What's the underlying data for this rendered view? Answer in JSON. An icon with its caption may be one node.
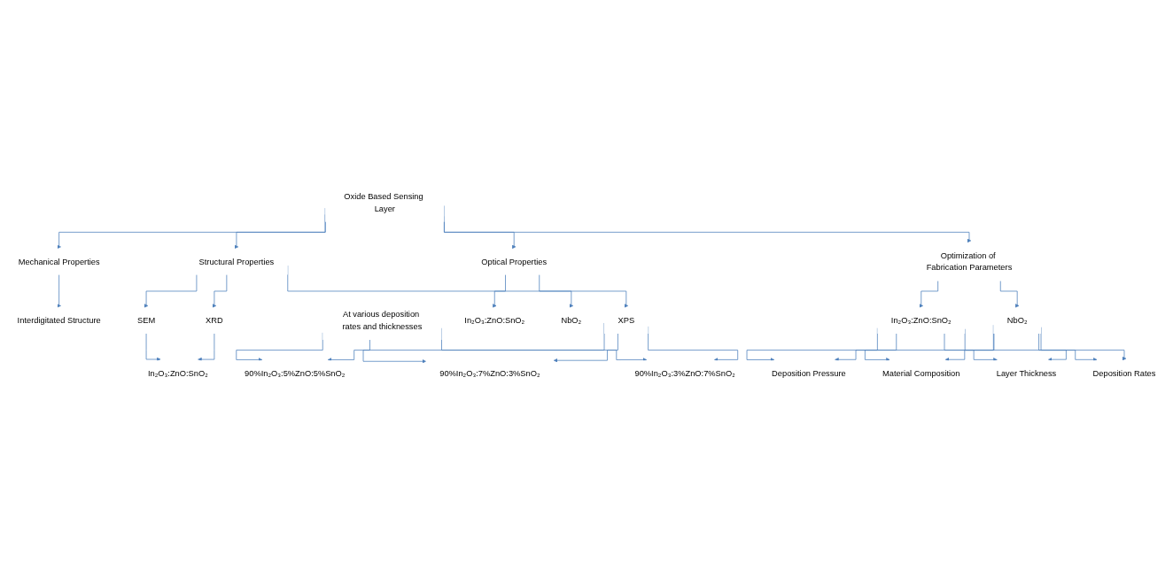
{
  "diagram": {
    "nodes": [
      {
        "text": [
          "Oxide Based Sensing Layer"
        ]
      },
      {
        "text": [
          "Mechanical Properties"
        ]
      },
      {
        "text": [
          "Structural Properties"
        ]
      },
      {
        "text": [
          "Optical Properties"
        ]
      },
      {
        "text": [
          "Optimization of Fabrication Parameters"
        ]
      },
      {
        "text": [
          "Interdigitated Structure"
        ]
      },
      {
        "text": [
          "SEM"
        ]
      },
      {
        "text": [
          "XRD"
        ]
      },
      {
        "text": [
          "XPS"
        ]
      },
      {
        "text": [
          "In₂O₃:ZnO:SnO₂"
        ]
      },
      {
        "text": [
          "NbO₂"
        ]
      },
      {
        "text": [
          "In₂O₃:ZnO:SnO₂"
        ]
      },
      {
        "text": [
          "NbO₂"
        ]
      },
      {
        "text": [
          "In₂O₃:ZnO:SnO₂"
        ]
      },
      {
        "text": [
          "At various deposition rates and thicknesses"
        ]
      },
      {
        "text": [
          "90%In₂O₃:5%ZnO:5%SnO₂"
        ]
      },
      {
        "text": [
          "90%In₂O₃:7%ZnO:3%SnO₂"
        ]
      },
      {
        "text": [
          "90%In₂O₃:3%ZnO:7%SnO₂"
        ]
      },
      {
        "text": [
          "Deposition Pressure"
        ]
      },
      {
        "text": [
          "Material Composition"
        ]
      },
      {
        "text": [
          "Layer Thickness"
        ]
      },
      {
        "text": [
          "Deposition Rates"
        ]
      }
    ],
    "edges": [
      {
        "from": 0,
        "to": 1,
        "arrow": "to"
      },
      {
        "from": 0,
        "to": 2,
        "arrow": "to"
      },
      {
        "from": 0,
        "to": 3,
        "arrow": "to"
      },
      {
        "from": 0,
        "to": 4,
        "arrow": "to"
      },
      {
        "from": 1,
        "to": 5,
        "arrow": "to"
      },
      {
        "from": 2,
        "to": 6,
        "arrow": "to"
      },
      {
        "from": 2,
        "to": 7,
        "arrow": "to"
      },
      {
        "from": 2,
        "to": 8,
        "arrow": "to"
      },
      {
        "from": 3,
        "to": 9,
        "arrow": "to"
      },
      {
        "from": 3,
        "to": 10,
        "arrow": "to"
      },
      {
        "from": 4,
        "to": 11,
        "arrow": "to"
      },
      {
        "from": 4,
        "to": 12,
        "arrow": "to"
      },
      {
        "from": 6,
        "to": 13,
        "arrow": "to"
      },
      {
        "from": 7,
        "to": 13,
        "arrow": "to"
      },
      {
        "from": 14,
        "to": 15,
        "arrow": "to"
      },
      {
        "from": 14,
        "to": 16,
        "arrow": "to"
      },
      {
        "from": 14,
        "to": 17,
        "arrow": "to"
      },
      {
        "from": 8,
        "to": 15,
        "arrow": "to"
      },
      {
        "from": 8,
        "to": 16,
        "arrow": "to"
      },
      {
        "from": 8,
        "to": 17,
        "arrow": "to"
      },
      {
        "from": 11,
        "to": 18,
        "arrow": "to"
      },
      {
        "from": 11,
        "to": 19,
        "arrow": "to"
      },
      {
        "from": 11,
        "to": 20,
        "arrow": "to"
      },
      {
        "from": 11,
        "to": 21,
        "arrow": "to"
      },
      {
        "from": 12,
        "to": 18,
        "arrow": "to"
      },
      {
        "from": 12,
        "to": 19,
        "arrow": "to"
      },
      {
        "from": 12,
        "to": 20,
        "arrow": "to"
      },
      {
        "from": 12,
        "to": 21,
        "arrow": "to"
      }
    ]
  }
}
